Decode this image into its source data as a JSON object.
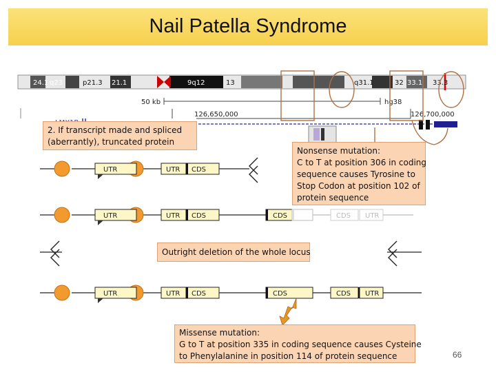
{
  "title": "Nail Patella Syndrome",
  "page_number": "66",
  "ideogram": {
    "bands": [
      "24.1",
      "q23",
      "p21.3",
      "21.1",
      "9q12",
      "13",
      "q31.1",
      "32",
      "33.1",
      "33.3"
    ],
    "scale_label": "50 kb",
    "assembly": "hg38",
    "coord_left": "126,650,000",
    "coord_right": "126,700,000",
    "gene_label": "LMX1B"
  },
  "callouts": {
    "top_lines": [
      "2. If transcript made and spliced",
      "(aberrantly), truncated protein"
    ],
    "nonsense_lines": [
      "Nonsense mutation:",
      "C to T at position 306 in coding",
      "sequence causes Tyrosine to",
      "Stop Codon at position 102 of",
      "protein sequence"
    ],
    "deletion": "Outright deletion of the whole locus",
    "missense_lines": [
      "Missense mutation:",
      "G to T at position 335 in coding sequence causes Cysteine",
      "to Phenylalanine in position 114 of protein sequence"
    ]
  },
  "rows": {
    "row1": [
      "UTR",
      "UTR",
      "CDS"
    ],
    "row2": [
      "UTR",
      "UTR",
      "CDS",
      "CDS",
      "CDS",
      "UTR"
    ],
    "row4": [
      "UTR",
      "UTR",
      "CDS",
      "CDS",
      "CDS",
      "UTR"
    ]
  },
  "colors": {
    "title_band": "#f6d04d",
    "callout_fill": "#fbd4b4",
    "circle_fill": "#f29a2e",
    "circle_stroke": "#c0701a",
    "exon_fill": "#fdf7c8",
    "centromere": "#cc0000",
    "gene_track": "#1f1f8f"
  }
}
